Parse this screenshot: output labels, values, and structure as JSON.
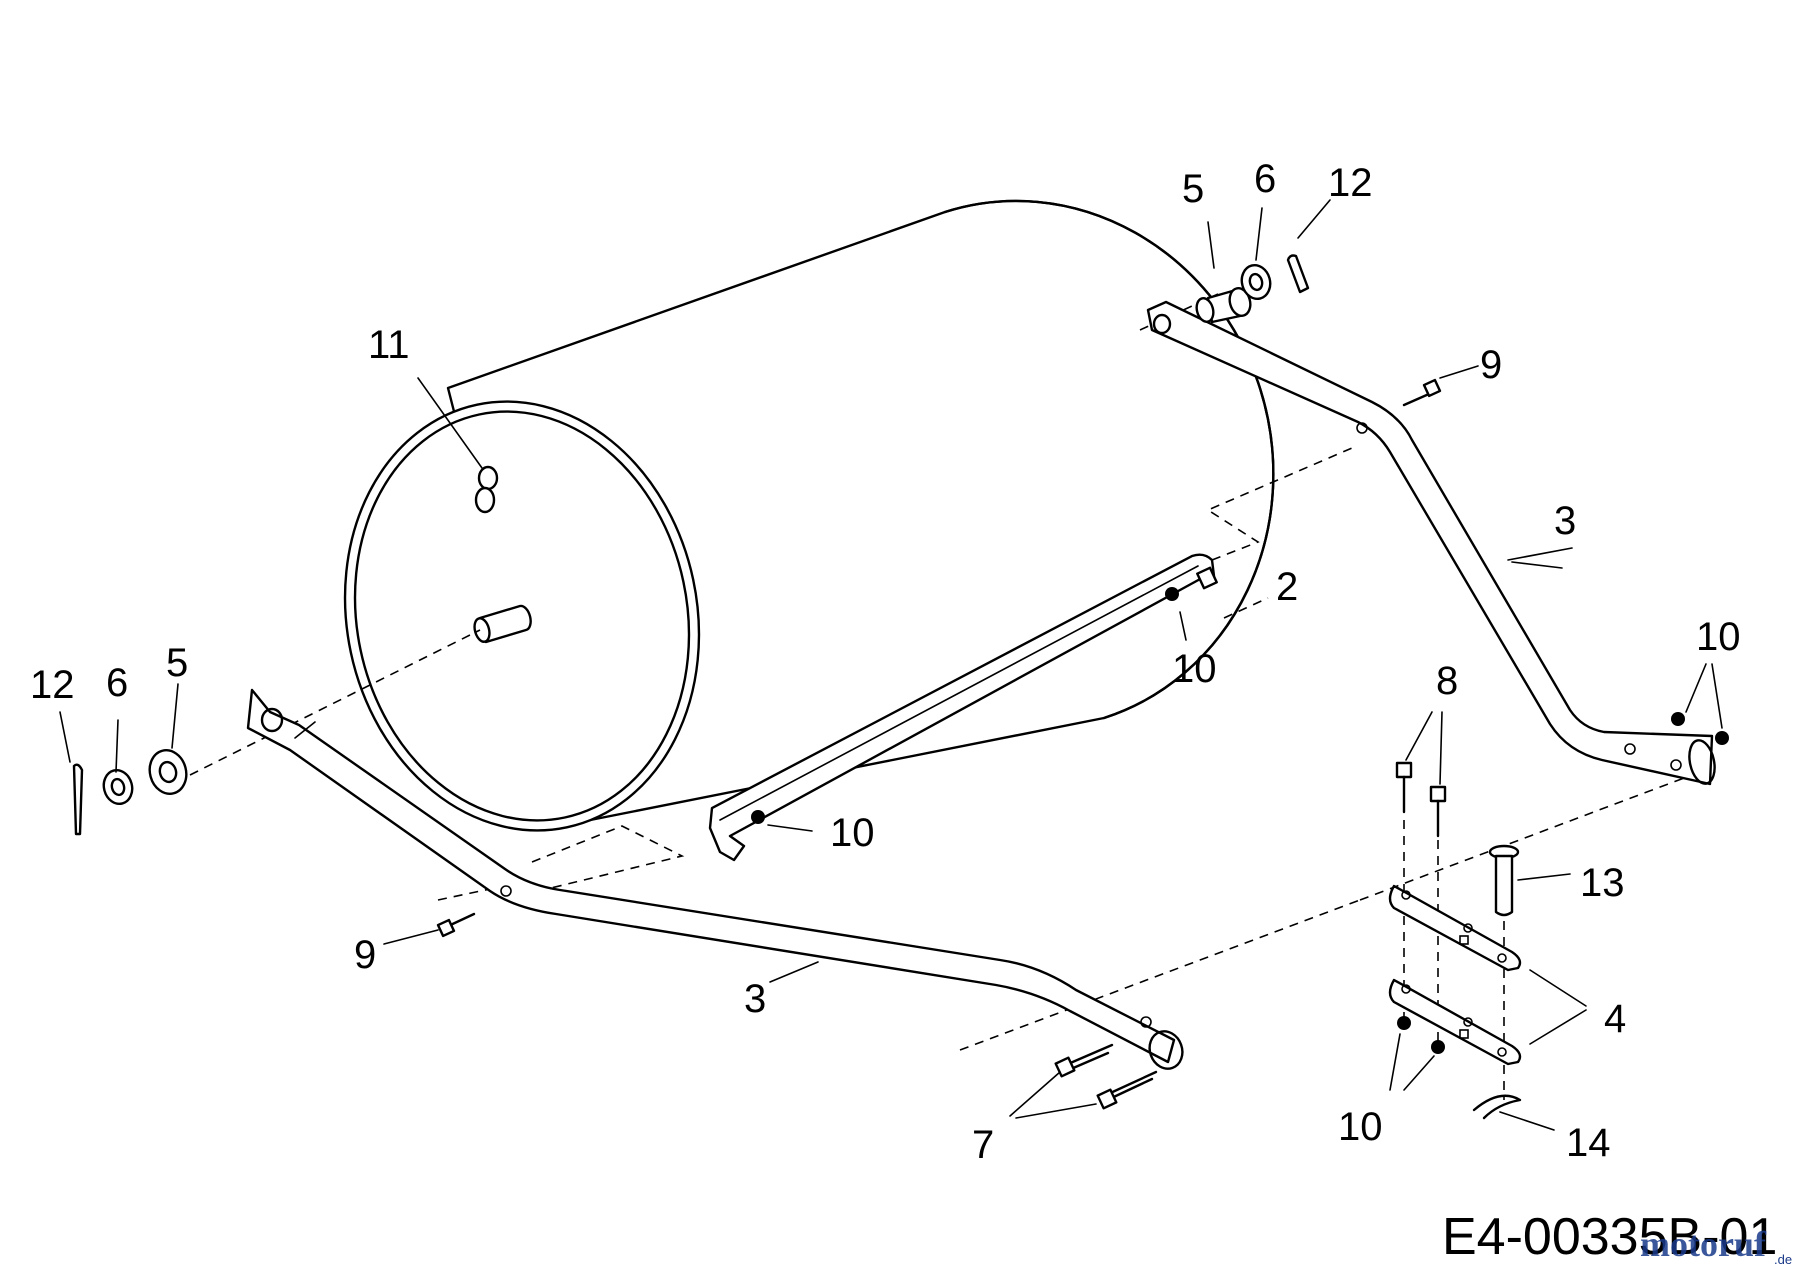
{
  "diagram_code": "E4-00335B-01",
  "watermark": {
    "main": "motoruf",
    "suffix": ".de",
    "color_primary": "#1a3a8a",
    "color_accent": "#e06010"
  },
  "callouts": {
    "c2": "2",
    "c3a": "3",
    "c3b": "3",
    "c4": "4",
    "c5a": "5",
    "c5b": "5",
    "c6a": "6",
    "c6b": "6",
    "c7": "7",
    "c8": "8",
    "c9a": "9",
    "c9b": "9",
    "c10a": "10",
    "c10b": "10",
    "c10c": "10",
    "c10d": "10",
    "c11": "11",
    "c12a": "12",
    "c12b": "12",
    "c13": "13",
    "c14": "14"
  }
}
